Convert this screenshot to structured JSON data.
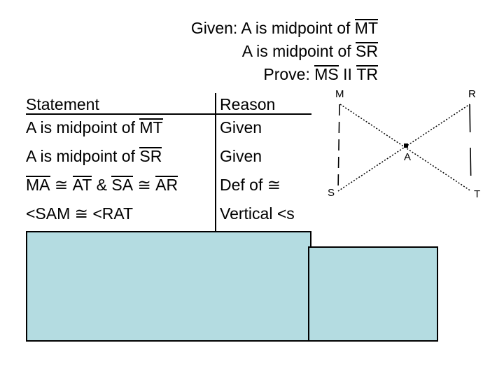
{
  "heading": {
    "lines": [
      {
        "prefix": "Given: A is midpoint of ",
        "segment": "MT"
      },
      {
        "prefix": "A is midpoint of ",
        "segment": "SR"
      },
      {
        "prefix": "Prove: ",
        "segment_a": "MS",
        "mid": " II ",
        "segment_b": "TR"
      }
    ],
    "line1_prefix": "Given: A is midpoint of ",
    "line1_seg": "MT",
    "line2_prefix": "A is midpoint of ",
    "line2_seg": "SR",
    "line3_prefix": "Prove: ",
    "line3_seg_a": "MS",
    "line3_mid": " II ",
    "line3_seg_b": "TR"
  },
  "table": {
    "header": {
      "statement": "Statement",
      "reason": "Reason"
    },
    "rows": [
      {
        "statement_prefix": "A is midpoint of ",
        "statement_seg": "MT",
        "statement_suffix": "",
        "reason": "Given"
      },
      {
        "statement_prefix": "A is midpoint of ",
        "statement_seg": "SR",
        "statement_suffix": "",
        "reason": "Given"
      },
      {
        "seg1": "MA",
        "op1": " ≅ ",
        "seg2": "AT",
        "amp": " & ",
        "seg3": "SA",
        "op2": " ≅ ",
        "seg4": "AR",
        "reason": "Def of ≅"
      },
      {
        "statement_plain": "<SAM ≅ <RAT",
        "reason": "Vertical <s"
      }
    ]
  },
  "figure": {
    "vertices": [
      {
        "id": "M",
        "label": "M"
      },
      {
        "id": "R",
        "label": "R"
      },
      {
        "id": "A",
        "label": "A"
      },
      {
        "id": "S",
        "label": "S"
      },
      {
        "id": "T",
        "label": "T"
      }
    ],
    "label_M": "M",
    "label_R": "R",
    "label_A": "A",
    "label_S": "S",
    "label_T": "T"
  },
  "colors": {
    "callout_fill": "#b4dce1",
    "callout_border": "#000000",
    "text": "#000000",
    "background": "#ffffff"
  },
  "callouts": {
    "left_box_text": "",
    "right_box_text": ""
  }
}
